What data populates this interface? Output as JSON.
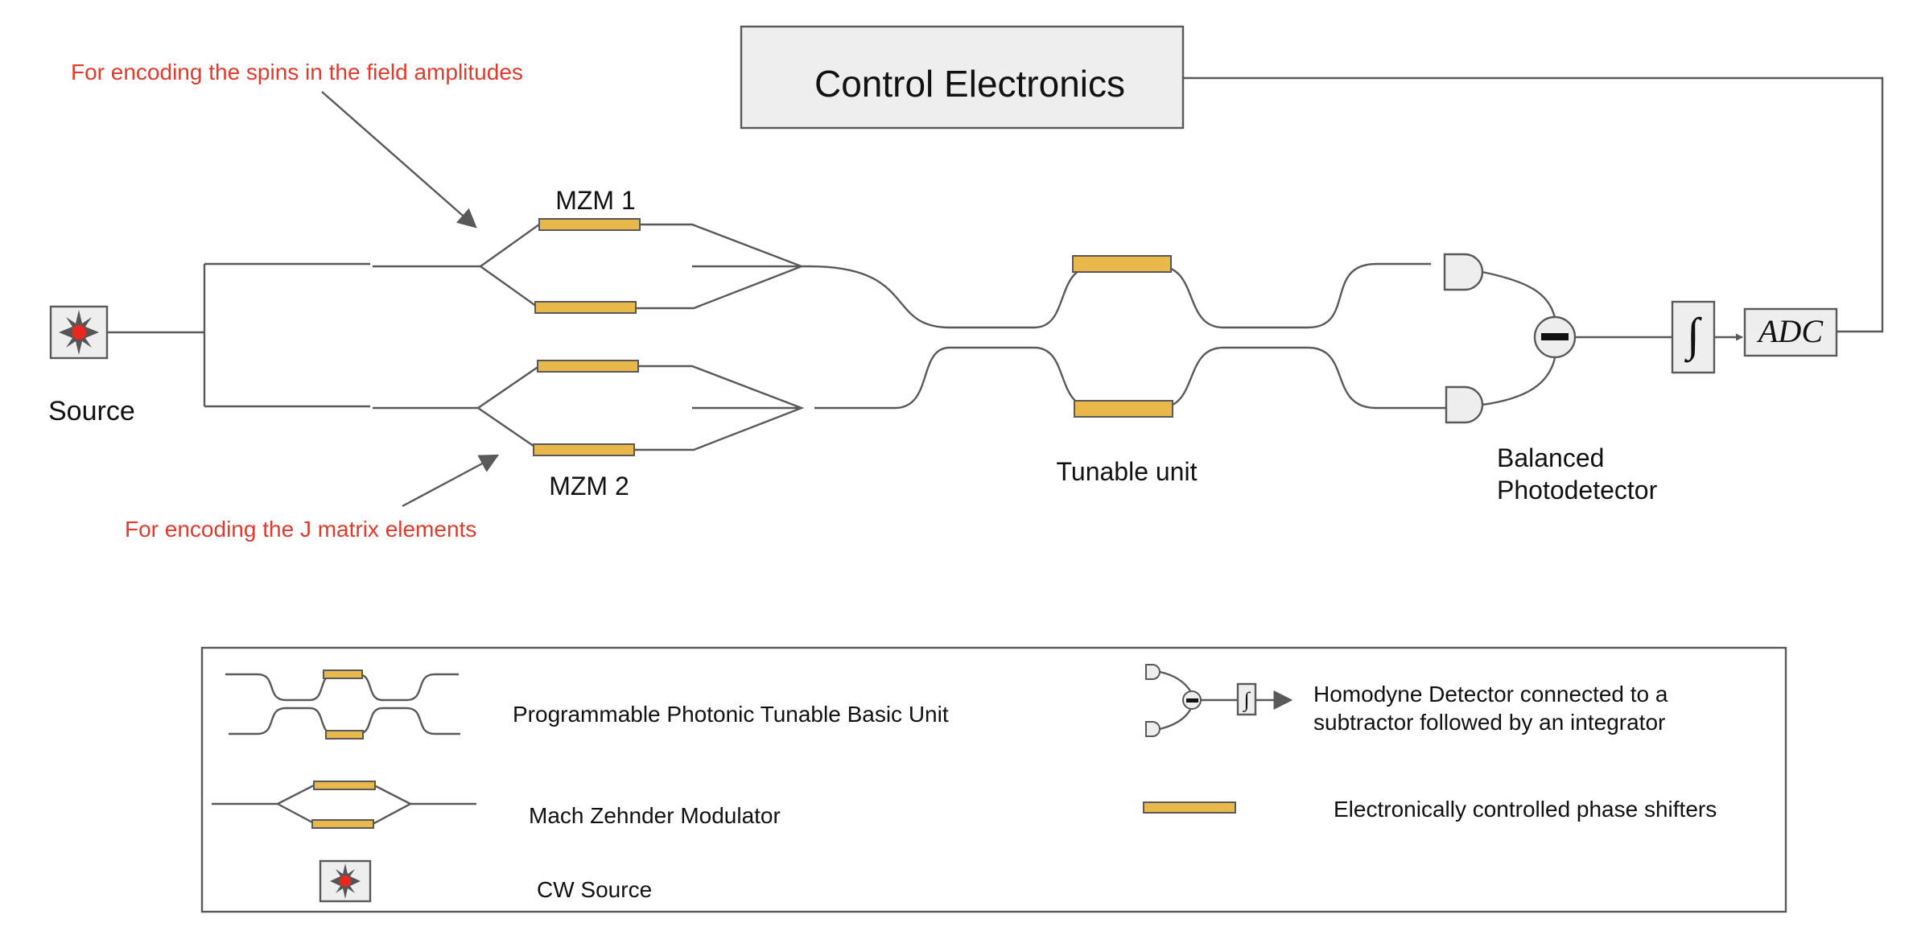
{
  "diagram": {
    "control_box_label": "Control Electronics",
    "source_label": "Source",
    "mzm1_label": "MZM 1",
    "mzm2_label": "MZM 2",
    "tunable_label": "Tunable unit",
    "bpd_label_line1": "Balanced",
    "bpd_label_line2": "Photodetector",
    "adc_label": "ADC",
    "integrator_symbol": "∫",
    "annotation_top": "For encoding the spins in the field amplitudes",
    "annotation_bottom": "For encoding the J matrix elements"
  },
  "legend": {
    "tunable_unit_text": "Programmable Photonic Tunable Basic Unit",
    "mzm_text": "Mach Zehnder Modulator",
    "cw_source_text": "CW Source",
    "homodyne_text_line1": "Homodyne Detector connected to a",
    "homodyne_text_line2": "subtractor followed by an integrator",
    "phase_shifter_text": "Electronically controlled phase shifters"
  },
  "colors": {
    "annotation": "#e03a2c",
    "phase_shifter": "#e8b94a",
    "line": "#595959",
    "box_fill": "#eeeeee"
  },
  "icons": [
    "source-star-icon",
    "detector-icon",
    "subtractor-icon",
    "integrator-icon",
    "arrow-icon"
  ]
}
